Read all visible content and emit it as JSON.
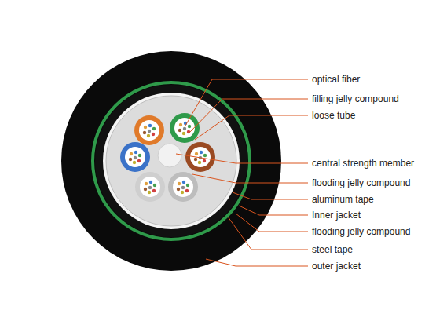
{
  "diagram": {
    "labels": [
      "optical fiber",
      "filling jelly compound",
      "loose tube",
      "central strength member",
      "flooding jelly compound",
      "aluminum tape",
      "Inner jacket",
      "flooding jelly compound",
      "steel tape",
      "outer jacket"
    ]
  }
}
